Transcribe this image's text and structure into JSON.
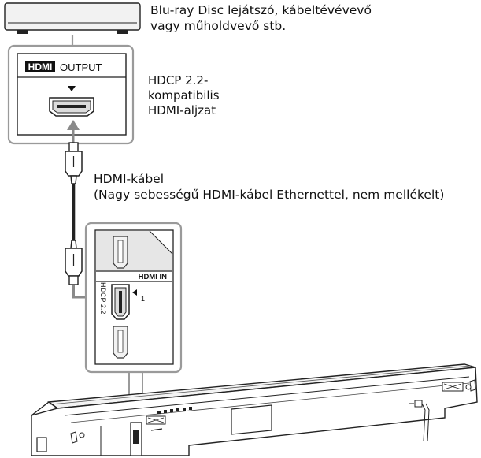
{
  "source_device": {
    "caption_line1": "Blu-ray Disc lejátszó, kábeltévévevő",
    "caption_line2": "vagy műholdvevő stb."
  },
  "output_panel": {
    "logo": "HDMI",
    "title": "OUTPUT"
  },
  "output_jack_caption": {
    "line1": "HDCP 2.2-",
    "line2": "kompatibilis",
    "line3": "HDMI-aljzat"
  },
  "cable": {
    "line1": "HDMI-kábel",
    "line2": "(Nagy sebességű HDMI-kábel Ethernettel, nem mellékelt)"
  },
  "input_panel": {
    "title": "HDMI IN",
    "port_number": "1",
    "hdcp_label": "HDCP 2.2"
  },
  "colors": {
    "line": "#222222",
    "arrow_gray": "#8a8a8a",
    "panel_gray": "#e6e6e6",
    "border_gray": "#9a9a9a"
  }
}
